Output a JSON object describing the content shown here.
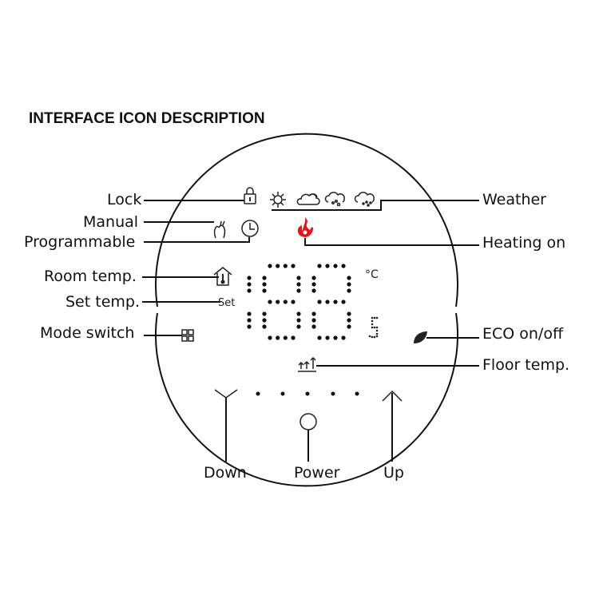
{
  "title": "INTERFACE ICON DESCRIPTION",
  "labels": {
    "lock": "Lock",
    "manual": "Manual",
    "programmable": "Programmable",
    "room_temp": "Room temp.",
    "set_temp": "Set temp.",
    "mode_switch": "Mode switch",
    "weather": "Weather",
    "heating_on": "Heating on",
    "eco": "ECO on/off",
    "floor_temp": "Floor temp.",
    "down": "Down",
    "power": "Power",
    "up": "Up"
  },
  "display": {
    "set_icon_text": "Set",
    "digits": "188",
    "unit": "°C"
  },
  "icons": [
    "lock-icon",
    "sun-icon",
    "cloud-icon",
    "rain-icon",
    "snow-icon",
    "manual-hand-icon",
    "clock-icon",
    "flame-icon",
    "house-thermometer-icon",
    "mode-grid-icon",
    "leaf-icon",
    "floor-heat-icon",
    "chevron-down-icon",
    "power-icon",
    "chevron-up-icon"
  ],
  "colors": {
    "flame": "#e8141a",
    "ink": "#111111"
  }
}
